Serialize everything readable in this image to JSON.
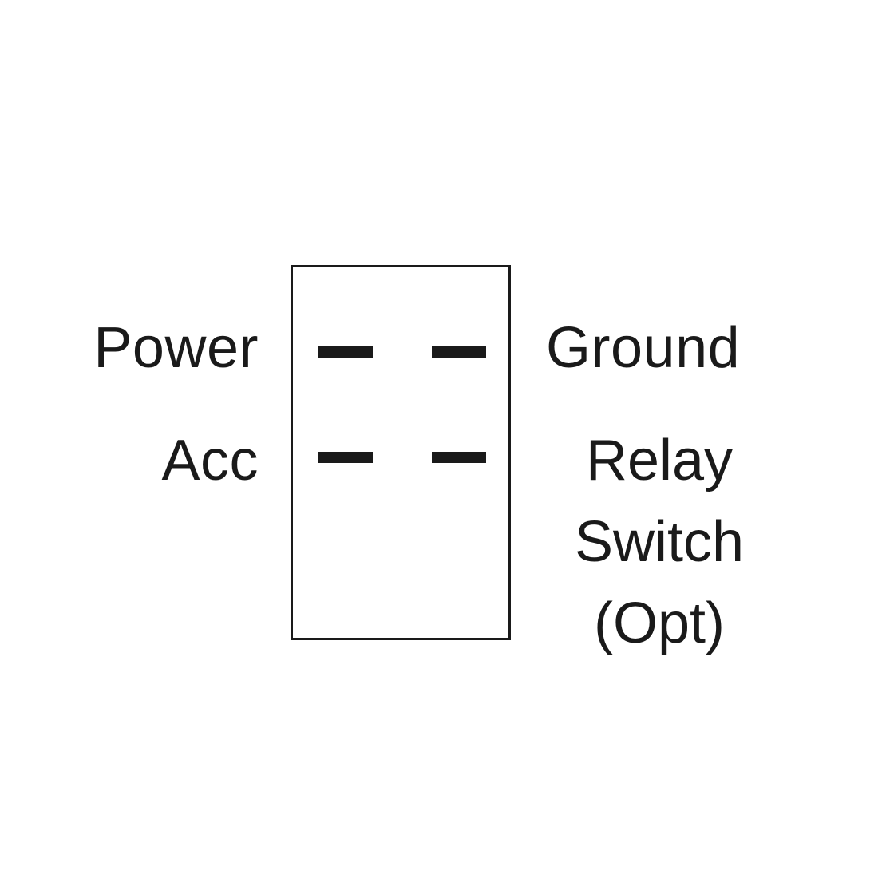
{
  "labels": {
    "power": "Power",
    "acc": "Acc",
    "ground": "Ground",
    "relay_lines": [
      "Relay",
      "Switch",
      "(Opt)"
    ]
  },
  "colors": {
    "line": "#1a1a1a",
    "background": "#ffffff"
  }
}
